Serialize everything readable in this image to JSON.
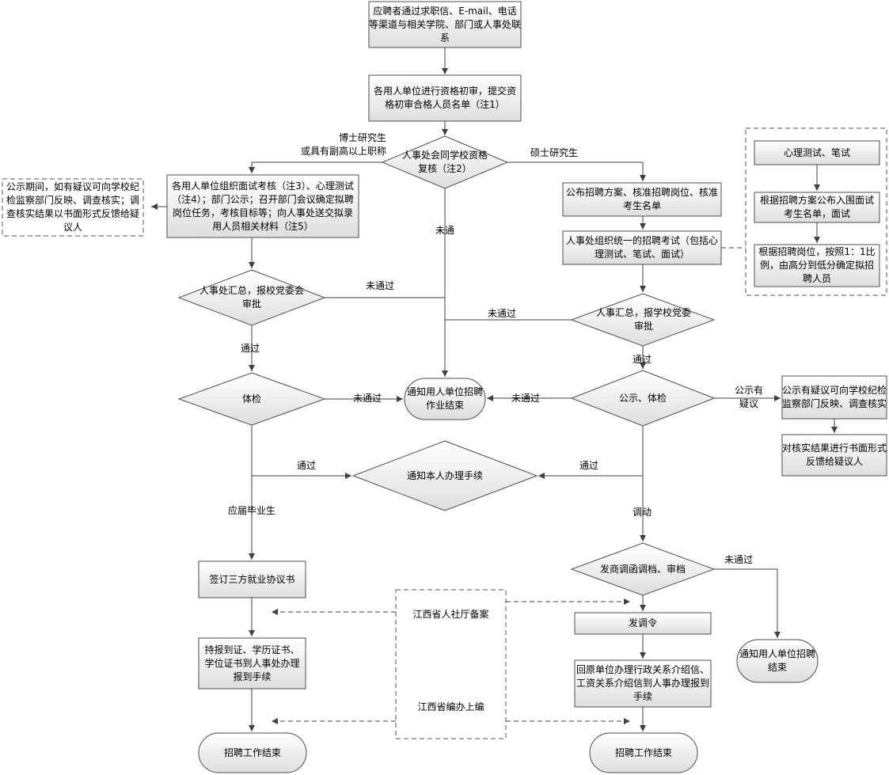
{
  "nodes": {
    "apply": "应聘者通过求职信、E-mail、电话等渠道与相关学院、部门或人事处联系",
    "initial_review": "各用人单位进行资格初审，提交资格初审合格人员名单（注1）",
    "hr_recheck": "人事处会同学校资格复核（注2）",
    "phd_interview": "各用人单位组织面试考核（注3）、心理测试（注4）；部门公示；召开部门会议确定拟聘岗位任务，考核目标等；向人事处送交拟录用人员相关材料（注5）",
    "public_notice_left": "公示期间，如有疑议可向学校纪检监察部门反映、调查核实；调查核实结果以书面形式反馈给疑议人",
    "publish_plan": "公布招聘方案、核准招聘岗位、核准考生名单",
    "unified_exam": "人事处组织统一的招聘考试（包括心理测试、笔试、面试）",
    "psych_written": "心理测试、笔试",
    "interview_list": "根据招聘方案公布入围面试考生名单，面试",
    "ratio_select": "根据招聘岗位，按照1：1比例，由高分到低分确定拟招聘人员",
    "hr_summary_left": "人事处汇总，报校党委会审批",
    "hr_summary_right": "人事汇总，报学校党委审批",
    "physical_left": "体检",
    "notify_unit_end": "通知用人单位招聘作业结束",
    "notice_physical_right": "公示、体检",
    "objection_report": "公示有疑议可向学校纪检监察部门反映、调查核实",
    "feedback_written": "对核实结果进行书面形式反馈给疑议人",
    "notify_person": "通知本人办理手续",
    "tripartite": "签订三方就业协议书",
    "report_docs": "持报到证、学历证书、学位证书到人事处办理报到手续",
    "end_left": "招聘工作结束",
    "transfer_review": "发商调函调档、审档",
    "transfer_order": "发调令",
    "original_unit": "回原单位办理行政关系介绍信、工资关系介绍信到人事办理报到手续",
    "end_right": "招聘工作结束",
    "notify_unit_end2": "通知用人单位招聘结束",
    "jx_hr_filing": "江西省人社厅备案",
    "jx_staffing": "江西省编办上编"
  },
  "edges": {
    "phd": "博士研究生\n或具有副高以上职称",
    "master": "硕士研究生",
    "fail_center": "未通",
    "fail_left_summary": "未通过",
    "fail_right_summary": "未通过",
    "pass_left": "通过",
    "pass_right": "通过",
    "fail_physical_left": "未通过",
    "fail_physical_right": "未通过",
    "objection": "公示有\n疑议",
    "pass_notify_left": "通过",
    "pass_notify_right": "通过",
    "graduates": "应届毕业生",
    "transfer": "调动",
    "fail_transfer": "未通过"
  }
}
